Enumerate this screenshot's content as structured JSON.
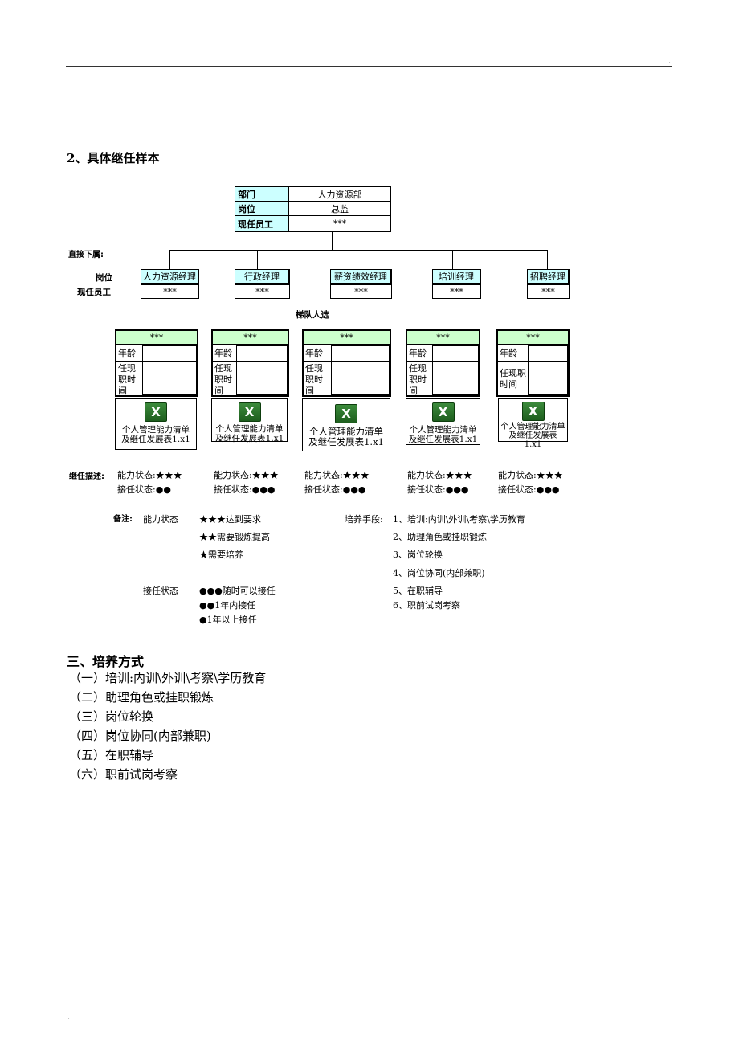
{
  "header": {
    "dot": "."
  },
  "footer": {
    "dot": "."
  },
  "section_title": "2、具体继任样本",
  "top_table": {
    "rows": [
      {
        "label": "部门",
        "value": "人力资源部"
      },
      {
        "label": "岗位",
        "value": "总监"
      },
      {
        "label": "现任员工",
        "value": "***"
      }
    ]
  },
  "labels": {
    "direct": "直接下属:",
    "position": "岗位",
    "current_staff": "现任员工",
    "ladder": "梯队人选",
    "succession_desc": "继任描述:",
    "remarks": "备注:"
  },
  "positions": [
    {
      "title": "人力资源经理",
      "staff": "***"
    },
    {
      "title": "行政经理",
      "staff": "***"
    },
    {
      "title": "薪资绩效经理",
      "staff": "***"
    },
    {
      "title": "培训经理",
      "staff": "***"
    },
    {
      "title": "招聘经理",
      "staff": "***"
    }
  ],
  "candidates": [
    {
      "name": "***",
      "age_label": "年龄",
      "tenure_label": "任现职时间",
      "tenure_lines": [
        "任现",
        "职时",
        "间"
      ],
      "file_lines": [
        "个人管理能力清单",
        "及继任发展表1.x1"
      ],
      "ability_label": "能力状态:",
      "ability": "★★★",
      "succession_label": "接任状态:",
      "succession": "●●"
    },
    {
      "name": "***",
      "age_label": "年龄",
      "tenure_label": "任现职时间",
      "tenure_lines": [
        "任现",
        "职时",
        "间"
      ],
      "file_lines": [
        "个人管理能力清单",
        "及继任发展表1.x1"
      ],
      "ability_label": "能力状态:",
      "ability": "★★★",
      "succession_label": "接任状态:",
      "succession": "●●●"
    },
    {
      "name": "***",
      "age_label": "年龄",
      "tenure_label": "任现职时间",
      "tenure_lines": [
        "任现",
        "职时",
        "间"
      ],
      "file_lines": [
        "个人管理能力清单",
        "及继任发展表1.x1"
      ],
      "ability_label": "能力状态:",
      "ability": "★★★",
      "succession_label": "接任状态:",
      "succession": "●●●"
    },
    {
      "name": "***",
      "age_label": "年龄",
      "tenure_label": "任现职时间",
      "tenure_lines": [
        "任现",
        "职时",
        "间"
      ],
      "file_lines": [
        "个人管理能力清单",
        "及继任发展表1.x1"
      ],
      "ability_label": "能力状态:",
      "ability": "★★★",
      "succession_label": "接任状态:",
      "succession": "●●●"
    },
    {
      "name": "***",
      "age_label": "年龄",
      "tenure_label": "任现职时间",
      "tenure_lines": [
        "任现职",
        "时间"
      ],
      "file_lines": [
        "个人管理能力清单",
        "及继任发展表1.x1"
      ],
      "ability_label": "能力状态:",
      "ability": "★★★",
      "succession_label": "接任状态:",
      "succession": "●●●"
    }
  ],
  "legend": {
    "ability_title": "能力状态",
    "ability_items": [
      "★★★达到要求",
      "★★需要锻炼提高",
      "★需要培养"
    ],
    "succession_title": "接任状态",
    "succession_items": [
      "●●●随时可以接任",
      "●●1年内接任",
      "●1年以上接任"
    ],
    "training_title": "培养手段:",
    "training_items": [
      "1、培训:内训\\外训\\考察\\学历教育",
      "2、助理角色或挂职锻炼",
      "3、岗位轮换",
      "4、岗位协同(内部兼职)",
      "5、在职辅导",
      "6、职前试岗考察"
    ]
  },
  "section3": {
    "title": "三、培养方式",
    "items": [
      "（一）培训:内训\\外训\\考察\\学历教育",
      "（二）助理角色或挂职锻炼",
      "（三）岗位轮换",
      "（四）岗位协同(内部兼职)",
      "（五）在职辅导",
      "（六）职前试岗考察"
    ]
  },
  "colors": {
    "position_header": "#ccffff",
    "candidate_header": "#ccffcc",
    "excel_green": "#2e7d32"
  }
}
